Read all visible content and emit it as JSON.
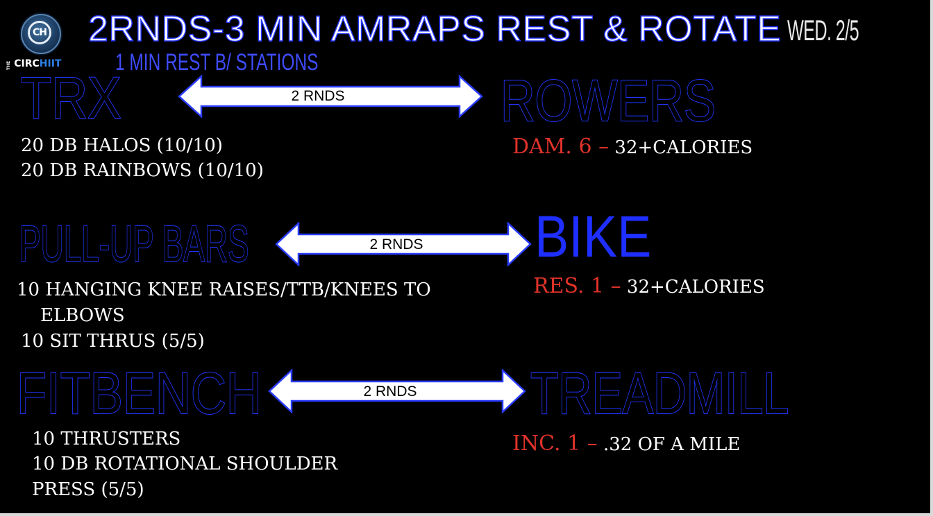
{
  "logo": {
    "monogram": "CH",
    "the": "THE",
    "circ": "CIRC",
    "hiit": "HIIT"
  },
  "title": "2RNDS-3 MIN AMRAPS REST & ROTATE",
  "date": "WED. 2/5",
  "subtitle": "1 MIN REST B/ STATIONS",
  "colors": {
    "background": "#000000",
    "station_blue": "#1e2fff",
    "accent_red": "#e0332a",
    "arrow_outline": "#2a3cff"
  },
  "pairs": [
    {
      "left_station": "TRX",
      "arrow_label": "2 RNDS",
      "right_station": "ROWERS",
      "left_exercises": [
        "20 DB HALOS (10/10)",
        "20 DB RAINBOWS (10/10)"
      ],
      "right_setting": "DAM. 6 –",
      "right_goal": " 32+CALORIES"
    },
    {
      "left_station": "PULL-UP BARS",
      "arrow_label": "2 RNDS",
      "right_station": "BIKE",
      "left_exercises": [
        "10 HANGING KNEE RAISES/TTB/KNEES TO",
        "ELBOWS",
        "10 SIT THRUS (5/5)"
      ],
      "right_setting": "RES. 1 –",
      "right_goal": " 32+CALORIES"
    },
    {
      "left_station": "FITBENCH",
      "arrow_label": "2 RNDS",
      "right_station": "TREADMILL",
      "left_exercises": [
        "10 THRUSTERS",
        "10 DB ROTATIONAL SHOULDER",
        "PRESS (5/5)"
      ],
      "right_setting": "INC. 1 –",
      "right_goal": " .32 OF A MILE"
    }
  ]
}
